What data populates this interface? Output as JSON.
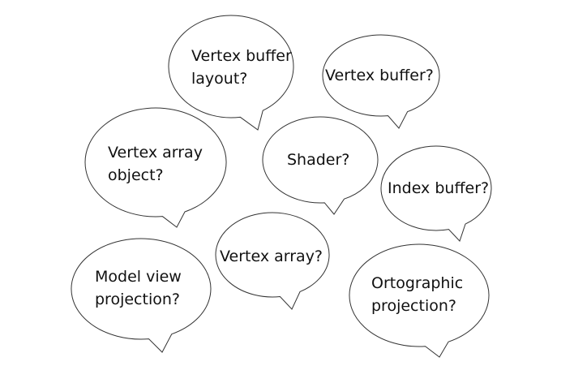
{
  "diagram": {
    "bubbles": [
      {
        "id": "vertex-buffer-layout",
        "lines": [
          "Vertex buffer",
          "layout?"
        ]
      },
      {
        "id": "vertex-buffer",
        "lines": [
          "Vertex buffer?"
        ]
      },
      {
        "id": "vertex-array-object",
        "lines": [
          "Vertex array",
          "object?"
        ]
      },
      {
        "id": "shader",
        "lines": [
          "Shader?"
        ]
      },
      {
        "id": "index-buffer",
        "lines": [
          "Index buffer?"
        ]
      },
      {
        "id": "vertex-array",
        "lines": [
          "Vertex array?"
        ]
      },
      {
        "id": "model-view-projection",
        "lines": [
          "Model view",
          "projection?"
        ]
      },
      {
        "id": "ortographic-projection",
        "lines": [
          "Ortographic",
          "projection?"
        ]
      }
    ]
  }
}
